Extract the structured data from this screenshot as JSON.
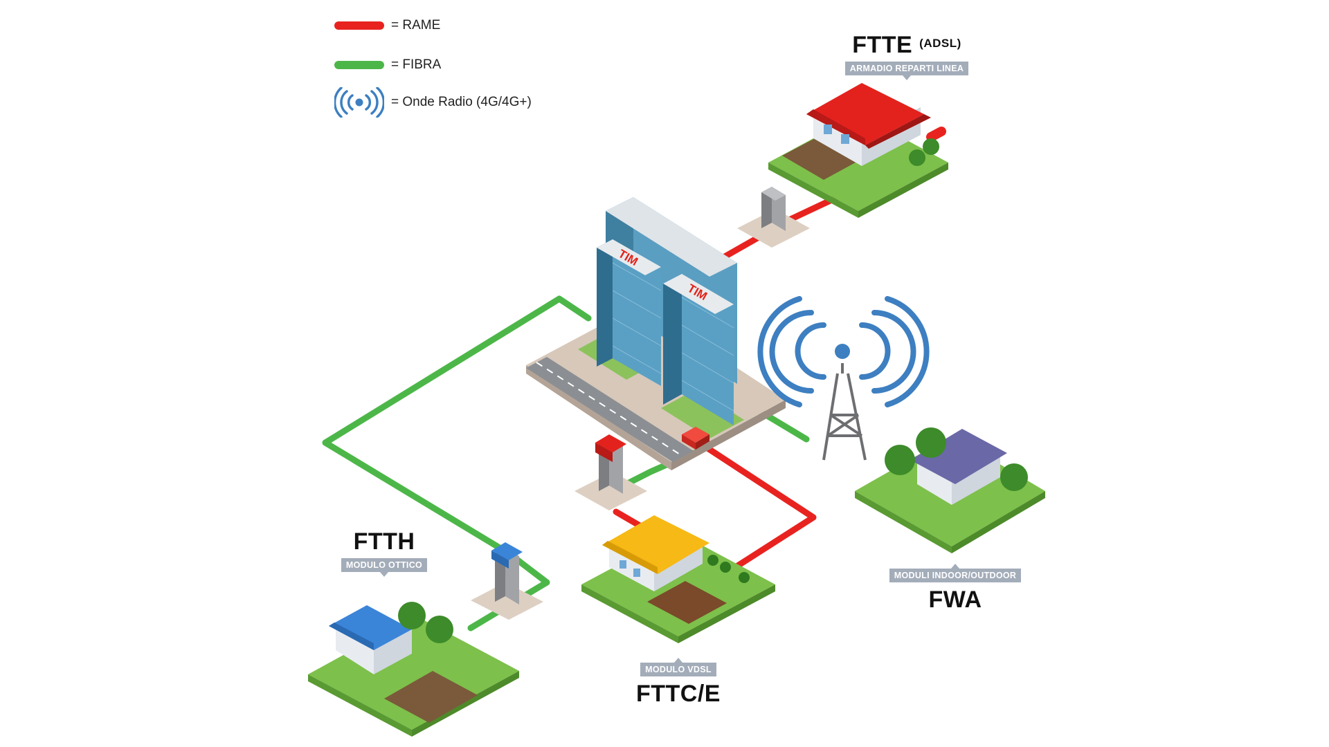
{
  "legend": {
    "copper": {
      "label": "= RAME",
      "color": "#e8231f"
    },
    "fiber": {
      "label": "= FIBRA",
      "color": "#4cb748"
    },
    "radio": {
      "label": "= Onde Radio (4G/4G+)",
      "color": "#3d7fc1",
      "icon": "radio-waves-icon"
    }
  },
  "nodes": {
    "ftte": {
      "title": "FTTE",
      "subtitle": "(ADSL)",
      "tag": "ARMADIO REPARTI LINEA"
    },
    "ftth": {
      "title": "FTTH",
      "tag": "MODULO OTTICO"
    },
    "fttc": {
      "title": "FTTC/E",
      "tag": "MODULO VDSL"
    },
    "fwa": {
      "title": "FWA",
      "tag": "MODULI INDOOR/OUTDOOR"
    }
  },
  "central_office": {
    "brand": "TIM",
    "brand_color": "#e2231a"
  },
  "colors": {
    "grass": "#7dc04b",
    "grass_side": "#5a9a32",
    "ground_tile": "#e7d7c9",
    "roof_red": "#e3221e",
    "roof_yellow": "#f6b915",
    "roof_blue": "#3b85d8",
    "roof_purple": "#6b68a7",
    "tower": "#6d6e71",
    "cabinet": "#8c8d90",
    "glass": "#4f95b8"
  }
}
